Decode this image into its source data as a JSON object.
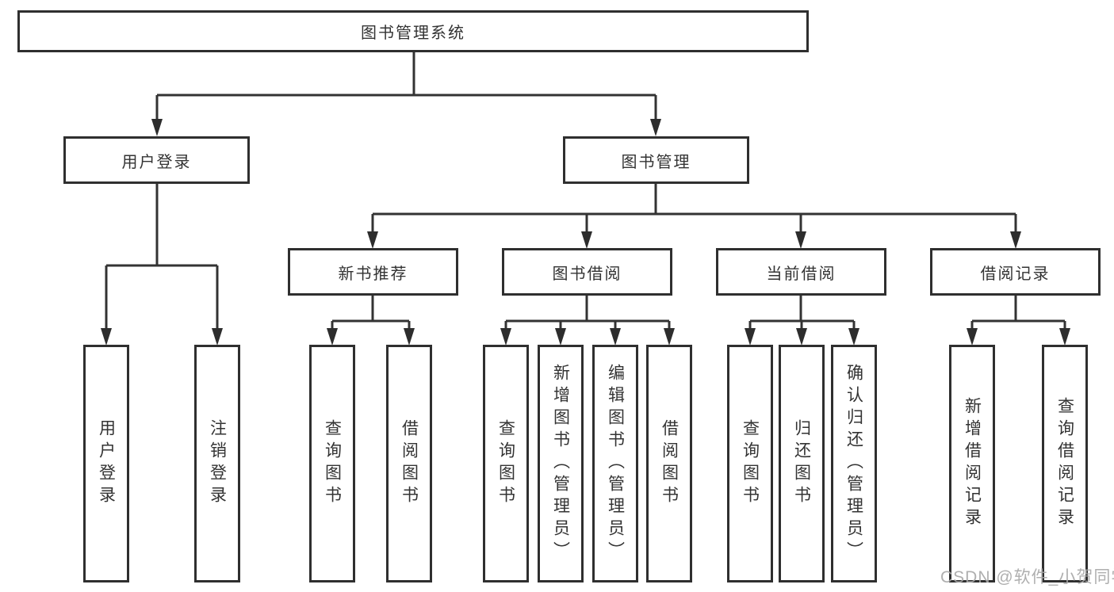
{
  "tree": {
    "root": {
      "label": "图书管理系统"
    },
    "branches": [
      {
        "label": "用户登录",
        "children": [
          {
            "label": "用户登录"
          },
          {
            "label": "注销登录"
          }
        ]
      },
      {
        "label": "图书管理",
        "children": [
          {
            "label": "新书推荐",
            "children": [
              {
                "label": "查询图书"
              },
              {
                "label": "借阅图书"
              }
            ]
          },
          {
            "label": "图书借阅",
            "children": [
              {
                "label": "查询图书"
              },
              {
                "label": "新增图书（管理员）"
              },
              {
                "label": "编辑图书（管理员）"
              },
              {
                "label": "借阅图书"
              }
            ]
          },
          {
            "label": "当前借阅",
            "children": [
              {
                "label": "查询图书"
              },
              {
                "label": "归还图书"
              },
              {
                "label": "确认归还（管理员）"
              }
            ]
          },
          {
            "label": "借阅记录",
            "children": [
              {
                "label": "新增借阅记录"
              },
              {
                "label": "查询借阅记录"
              }
            ]
          }
        ]
      }
    ]
  },
  "watermark": {
    "text": "CSDN @软件_小贺同学"
  },
  "colors": {
    "line": "#333333",
    "box_border": "#2f2f2f",
    "text": "#333333",
    "background": "#ffffff",
    "watermark": "#a8a8a8"
  }
}
